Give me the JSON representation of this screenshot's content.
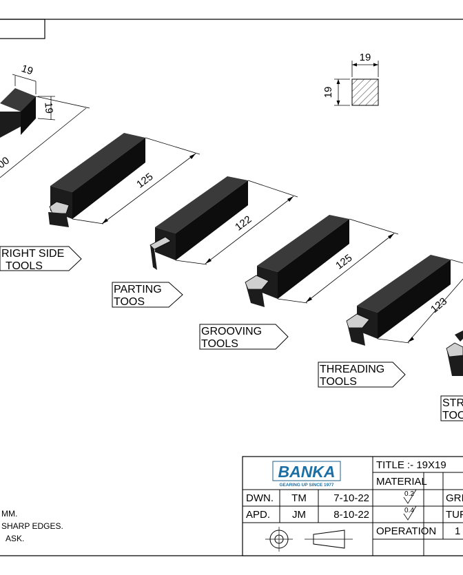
{
  "tool_labels": {
    "right_side": [
      "RIGHT SIDE",
      "TOOLS"
    ],
    "parting": [
      "PARTING",
      "TOOS"
    ],
    "grooving": [
      "GROOVING",
      "TOOLS"
    ],
    "threading": [
      "THREADING",
      "TOOLS"
    ],
    "straight": [
      "STR",
      "TOO"
    ]
  },
  "dimensions": {
    "section_width": "19",
    "section_height": "19",
    "tool1_width": "19",
    "tool1_height": "19",
    "tool1_length": "00",
    "tool2_length": "125",
    "tool3_length": "122",
    "tool4_length": "125",
    "tool5_length": "123"
  },
  "title_block": {
    "logo_text": "BANKA",
    "logo_tagline": "GEARING UP SINCE 1977",
    "title": "TITLE :- 19X19",
    "material_label": "MATERIAL",
    "dwn_label": "DWN.",
    "dwn_by": "TM",
    "dwn_date": "7-10-22",
    "apd_label": "APD.",
    "apd_by": "JM",
    "apd_date": "8-10-22",
    "finish_1": "0.2",
    "finish_2": "0.4",
    "right_col_1": "GRI",
    "right_col_2": "TUF",
    "operation_label": "OPERATION",
    "operation_value": "1"
  },
  "notes": [
    "MM.",
    "SHARP EDGES.",
    "ASK."
  ],
  "colors": {
    "tool_top": "#3a3a3a",
    "tool_front": "#1c1c1c",
    "tool_side": "#0d0d0d",
    "insert": "#cfcfcf",
    "line": "#000000"
  }
}
